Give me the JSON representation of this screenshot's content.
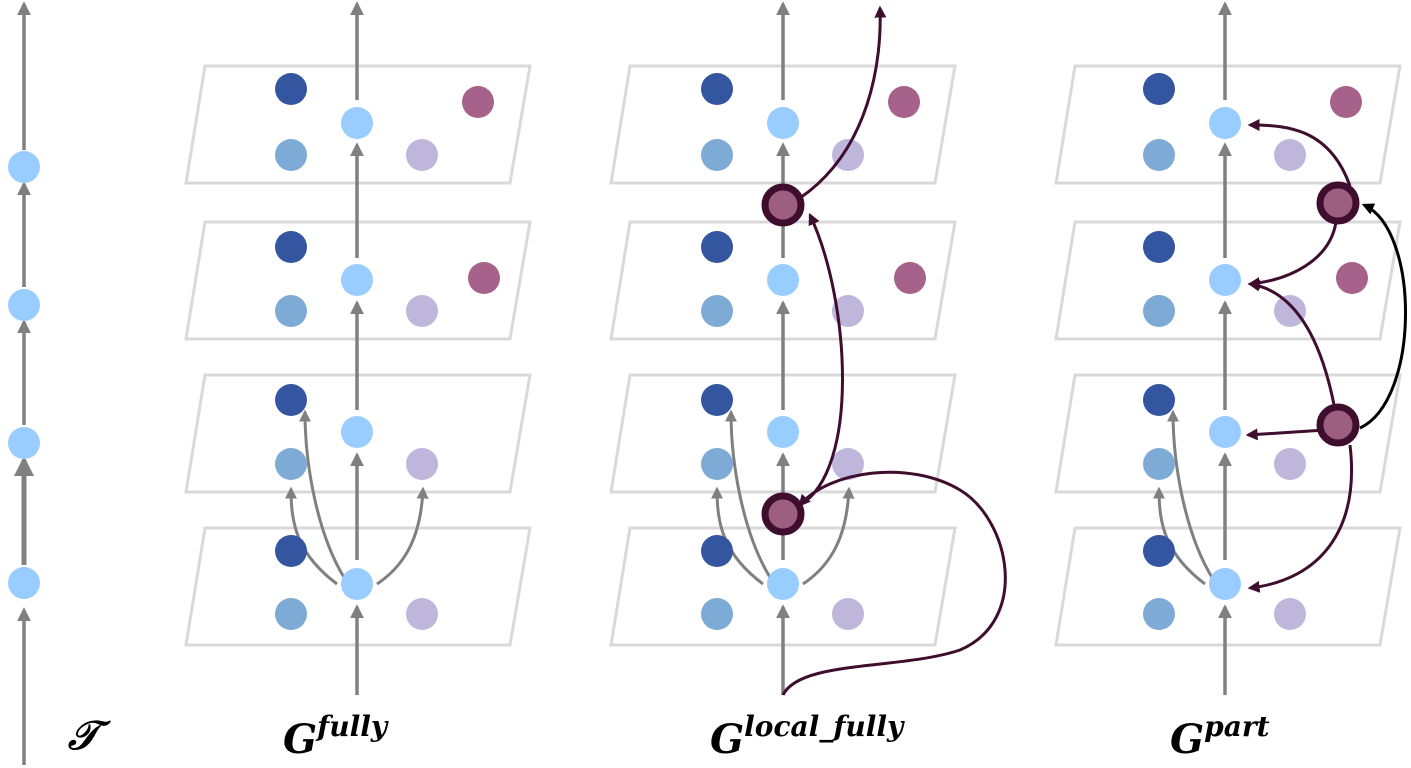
{
  "labels": {
    "t": "𝒯",
    "g_base": "G",
    "fully_sup": "fully",
    "local_fully_sup": "local_fully",
    "part_sup": "part"
  },
  "colors": {
    "layer_outline": "#d9d9d9",
    "gray_arrow": "#808080",
    "dark_blue": "#34559f",
    "light_blue": "#99ccff",
    "mid_blue": "#7eaad6",
    "lavender": "#bfb6dc",
    "pink": "#a6628a",
    "highlight_pink": "#9c5f80",
    "highlight_ring": "#3f0d2e",
    "black_arrow": "#000000"
  }
}
